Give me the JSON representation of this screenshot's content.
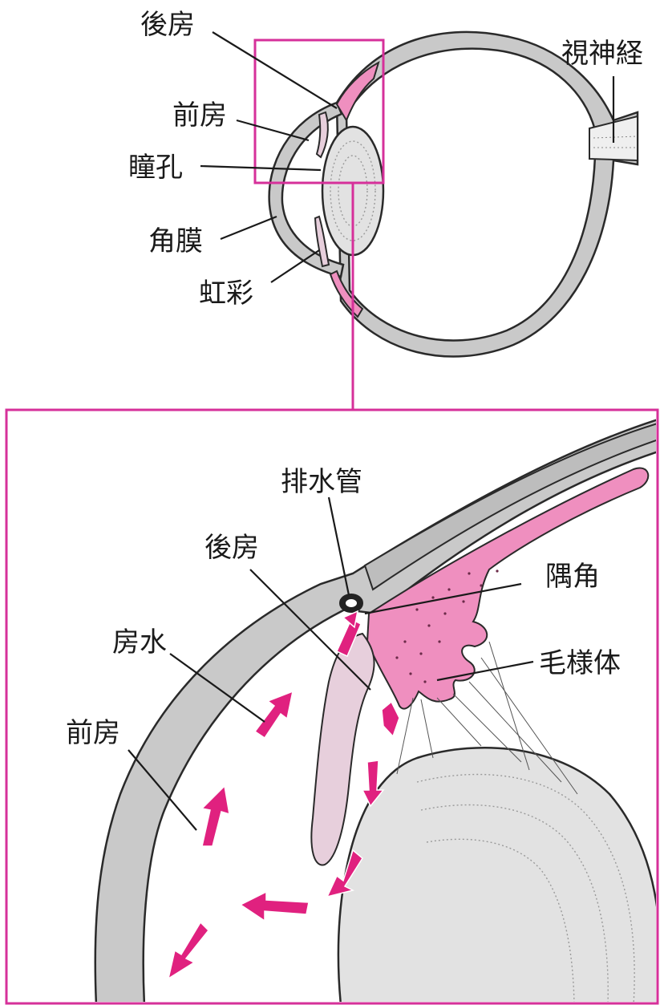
{
  "overview": {
    "labels": {
      "posterior_chamber": "後房",
      "anterior_chamber": "前房",
      "pupil": "瞳孔",
      "cornea": "角膜",
      "iris": "虹彩",
      "optic_nerve": "視神経"
    }
  },
  "detail": {
    "labels": {
      "drainage_canal": "排水管",
      "posterior_chamber": "後房",
      "drainage_angle": "隅角",
      "aqueous_humor": "房水",
      "ciliary_body": "毛様体",
      "anterior_chamber": "前房"
    }
  },
  "colors": {
    "highlight": "#e0217f",
    "tissue_pink": "#ef8fbf",
    "iris_pink": "#e7cfdc",
    "wall_gray": "#c9c9c9",
    "lens_gray": "#e2e2e2",
    "frame": "#d6309a"
  }
}
